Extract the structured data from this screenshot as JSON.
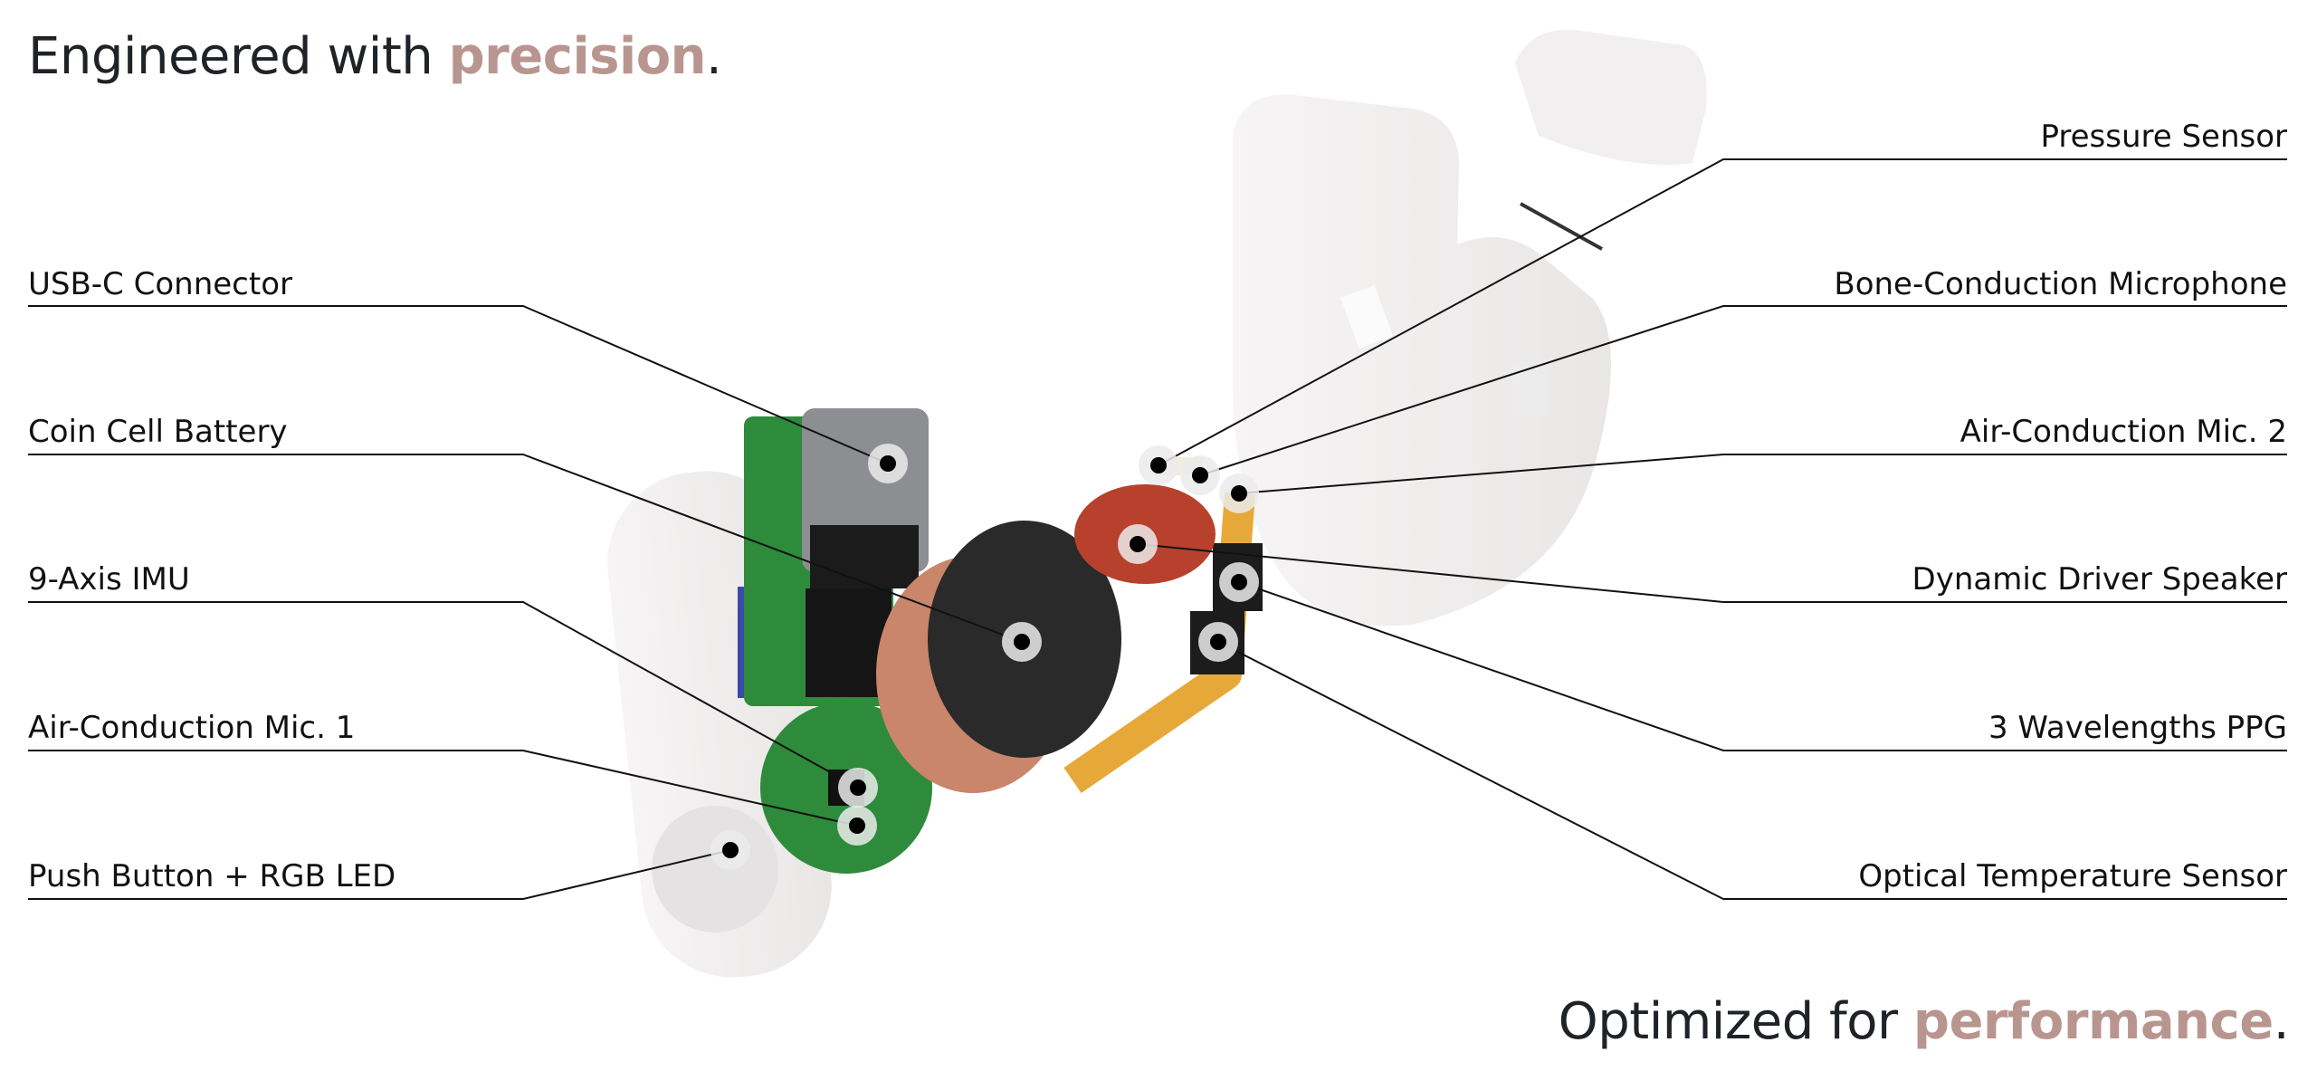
{
  "headline_top": {
    "text": "Engineered with ",
    "accent": "precision",
    "end": "."
  },
  "headline_bottom": {
    "text": "Optimized for ",
    "accent": "performance",
    "end": "."
  },
  "colors": {
    "accent": "#b8968f",
    "text": "#1f2226",
    "pcb": "#2e8b3b",
    "battery_side": "#c9866a",
    "speaker": "#b8412d",
    "flex": "#e7a83a"
  },
  "labels_left": [
    {
      "label": "USB-C Connector"
    },
    {
      "label": "Coin Cell Battery"
    },
    {
      "label": "9-Axis IMU"
    },
    {
      "label": "Air-Conduction Mic. 1"
    },
    {
      "label": "Push Button + RGB LED"
    }
  ],
  "labels_right": [
    {
      "label": "Pressure Sensor"
    },
    {
      "label": "Bone-Conduction Microphone"
    },
    {
      "label": "Air-Conduction Mic. 2"
    },
    {
      "label": "Dynamic Driver Speaker"
    },
    {
      "label": "3 Wavelengths PPG"
    },
    {
      "label": "Optical Temperature Sensor"
    }
  ]
}
